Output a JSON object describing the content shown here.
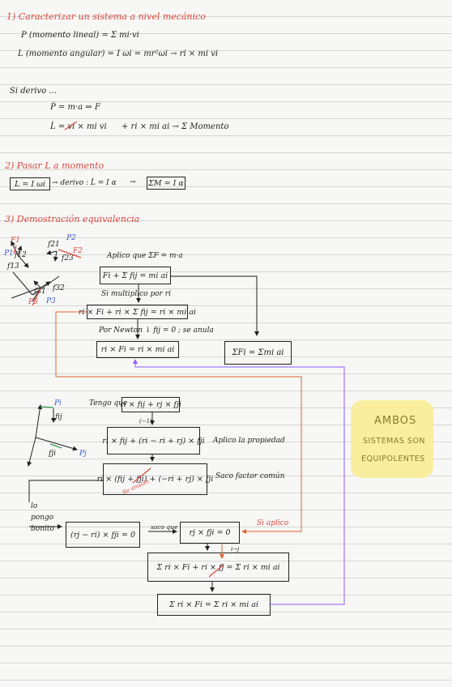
{
  "sections": [
    {
      "title": "1) Caracterizar un sistema a nivel mecánico"
    },
    {
      "title": "2) Pasar L a momento"
    },
    {
      "title": "3) Demostración equivalencia"
    }
  ],
  "s1": {
    "p_line": "P (momento lineal) = Σ mi·vi",
    "l_line": "L (momento angular) = I ωi = mr²ωi → ri × mi vi",
    "si_derivo": "Si derivo ...",
    "pdot": "Ṗ = m·a ⇒ F",
    "ldot_a": "L̇ = vi × mi vi",
    "ldot_b": "+ ri × mi ai → Σ Momento"
  },
  "s2": {
    "box1": "L = I ωi",
    "derivo": "→ derivo : L̇ = I α",
    "arrow": "→",
    "box2": "ΣM = I α"
  },
  "s3": {
    "sketch1": {
      "f1": "F1",
      "p1": "P1",
      "p2": "P2",
      "f12": "f12",
      "f21": "f21",
      "f13": "f13",
      "f23": "f23",
      "f31": "f31",
      "f32": "f32",
      "p3": "P3",
      "f3": "F3",
      "f2": "F2"
    },
    "aplico": "Aplico que ΣF = m·a",
    "box_sum": "Fi + Σ fij = mi ai",
    "si_mult": "Si multiplico por ri",
    "box_mult": "ri × Fi + ri × Σ fij = ri × mi ai",
    "newton": "Por Newton ↓ fij = 0 ; se anula",
    "box_res": "ri × Fi = ri × mi ai",
    "box_final": "ΣFi = Σmi ai",
    "sketch2": {
      "pi": "Pi",
      "pj": "Pj",
      "fij": "fij",
      "fji": "fji"
    },
    "tengo": "Tengo que",
    "box_tengo": "ri × fij + rj × fji",
    "box_prop": "ri × fij + (ri − ri + rj) × fji",
    "minus_one": "(−1)",
    "aplico_prop": "Aplico la propiedad",
    "box_factor": "ri × (fij + fji) + (−ri + rj) × fji",
    "note_factor": "Saco factor común",
    "anulan": "Se anulan",
    "lo_pongo": "lo pongo bonito",
    "box_rj": "(rj − ri) × fji = 0",
    "saco_que": "saco que",
    "box_rjfji": "rj × fji = 0",
    "si_aplico": "Si aplico",
    "ij_note": "i→j",
    "box_big": "Σ ri × Fi + ri × fj = Σ ri × mi ai",
    "box_last": "Σ ri × Fi = Σ ri × mi ai",
    "highlight": [
      "AMBOS",
      "SISTEMAS SON",
      "EQUIPOLENTES"
    ]
  }
}
